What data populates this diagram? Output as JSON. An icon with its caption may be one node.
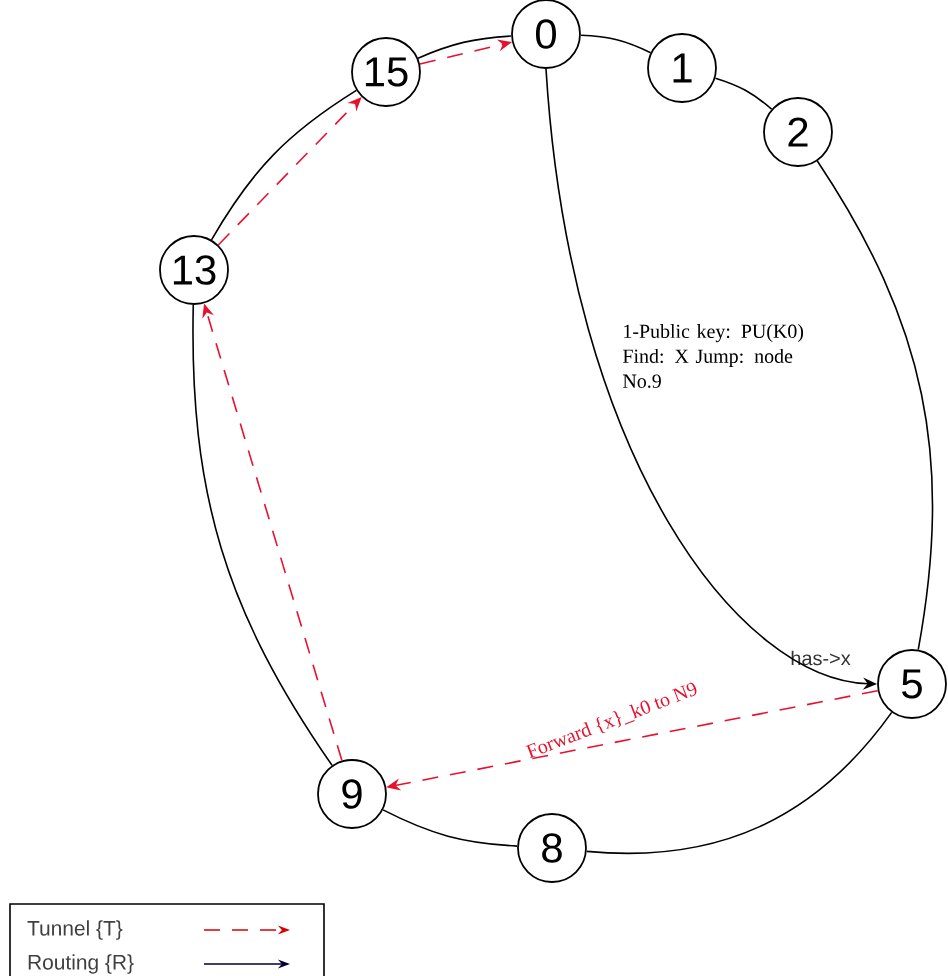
{
  "diagram": {
    "nodes": [
      {
        "text": [
          "0"
        ]
      },
      {
        "text": [
          "1"
        ]
      },
      {
        "text": [
          "2"
        ]
      },
      {
        "text": [
          "5"
        ],
        "beside": [
          "has->x"
        ]
      },
      {
        "text": [
          "8"
        ]
      },
      {
        "text": [
          "9"
        ]
      },
      {
        "text": [
          "13"
        ]
      },
      {
        "text": [
          "15"
        ]
      }
    ],
    "edges": [
      {
        "from": 0,
        "to": 1,
        "arrow": "none"
      },
      {
        "from": 1,
        "to": 2,
        "arrow": "none"
      },
      {
        "from": 2,
        "to": 3,
        "arrow": "none"
      },
      {
        "from": 3,
        "to": 4,
        "arrow": "none"
      },
      {
        "from": 4,
        "to": 5,
        "arrow": "none"
      },
      {
        "from": 5,
        "to": 6,
        "arrow": "none"
      },
      {
        "from": 6,
        "to": 7,
        "arrow": "none"
      },
      {
        "from": 7,
        "to": 0,
        "arrow": "none"
      },
      {
        "from": 0,
        "to": 3,
        "arrow": "to",
        "label": "1-Public key: PU(K0) Find: X Jump: node No.9"
      },
      {
        "from": 3,
        "to": 5,
        "arrow": "to",
        "style": "dashed",
        "color": "#e8112d",
        "label": "Forward {x}_k0 to N9"
      },
      {
        "from": 5,
        "to": 6,
        "arrow": "to",
        "style": "dashed",
        "color": "#e8112d"
      },
      {
        "from": 6,
        "to": 7,
        "arrow": "to",
        "style": "dashed",
        "color": "#e8112d"
      },
      {
        "from": 7,
        "to": 0,
        "arrow": "to",
        "style": "dashed",
        "color": "#e8112d"
      }
    ],
    "legend": [
      {
        "text": "Tunnel {T}"
      },
      {
        "text": "Routing {R}"
      }
    ]
  }
}
